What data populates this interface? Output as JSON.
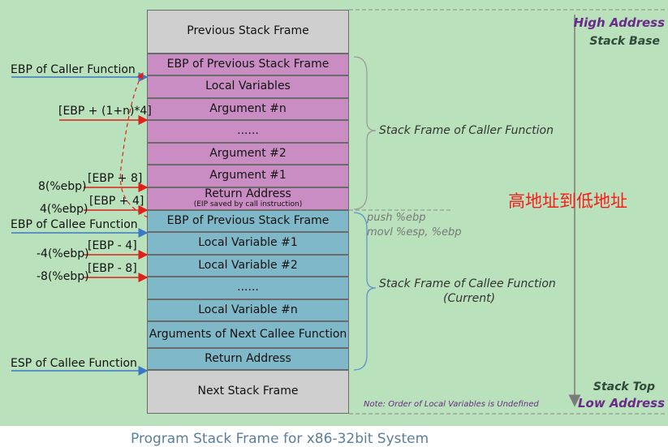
{
  "diagram": {
    "title": "Program Stack Frame for x86-32bit System",
    "cells": [
      {
        "label": "Previous Stack Frame",
        "color": "gray"
      },
      {
        "label": "EBP of Previous Stack Frame",
        "color": "pink"
      },
      {
        "label": "Local Variables",
        "color": "pink"
      },
      {
        "label": "Argument #n",
        "color": "pink"
      },
      {
        "label": "......",
        "color": "pink"
      },
      {
        "label": "Argument #2",
        "color": "pink"
      },
      {
        "label": "Argument #1",
        "color": "pink"
      },
      {
        "label": "Return Address",
        "sublabel": "(EIP saved by call instruction)",
        "color": "pink"
      },
      {
        "label": "EBP of Previous Stack Frame",
        "color": "blue"
      },
      {
        "label": "Local Variable #1",
        "color": "blue"
      },
      {
        "label": "Local Variable #2",
        "color": "blue"
      },
      {
        "label": "......",
        "color": "blue"
      },
      {
        "label": "Local Variable #n",
        "color": "blue"
      },
      {
        "label": "Arguments of Next Callee Function",
        "color": "blue"
      },
      {
        "label": "Return Address",
        "color": "blue"
      },
      {
        "label": "Next Stack Frame",
        "color": "gray"
      }
    ],
    "left_labels": {
      "ebp_caller": "EBP of Caller Function",
      "ebp_n": "[EBP + (1+n)*4]",
      "ebp8_reg": "8(%ebp)",
      "ebp8": "[EBP + 8]",
      "ebp4_reg": "4(%ebp)",
      "ebp4": "[EBP + 4]",
      "ebp_callee": "EBP of Callee Function",
      "neg4_reg": "-4(%ebp)",
      "neg4": "[EBP - 4]",
      "neg8_reg": "-8(%ebp)",
      "neg8": "[EBP - 8]",
      "esp_callee": "ESP of Callee Function"
    },
    "brace_labels": {
      "caller_frame": "Stack Frame of Caller Function",
      "callee_frame_line1": "Stack Frame of Callee Function",
      "callee_frame_line2": "(Current)"
    },
    "instructions": {
      "line1": "push %ebp",
      "line2": "movl  %esp, %ebp"
    },
    "right": {
      "high_address": "High Address",
      "stack_base": "Stack Base",
      "stack_top": "Stack Top",
      "low_address": "Low Address",
      "note": "Note: Order of Local Variables is Undefined",
      "annotation_cn": "高地址到低地址"
    },
    "colors": {
      "background": "#b9e1bb",
      "gray": "#cfcfcf",
      "pink": "#c98dc4",
      "blue": "#7fb8c8",
      "arrow_red": "#e0201b",
      "arrow_blue": "#3a78c8",
      "high_low_text": "#6a2a8a",
      "annotation_red": "#ff1a1a",
      "caption": "#5b7f9b"
    }
  }
}
